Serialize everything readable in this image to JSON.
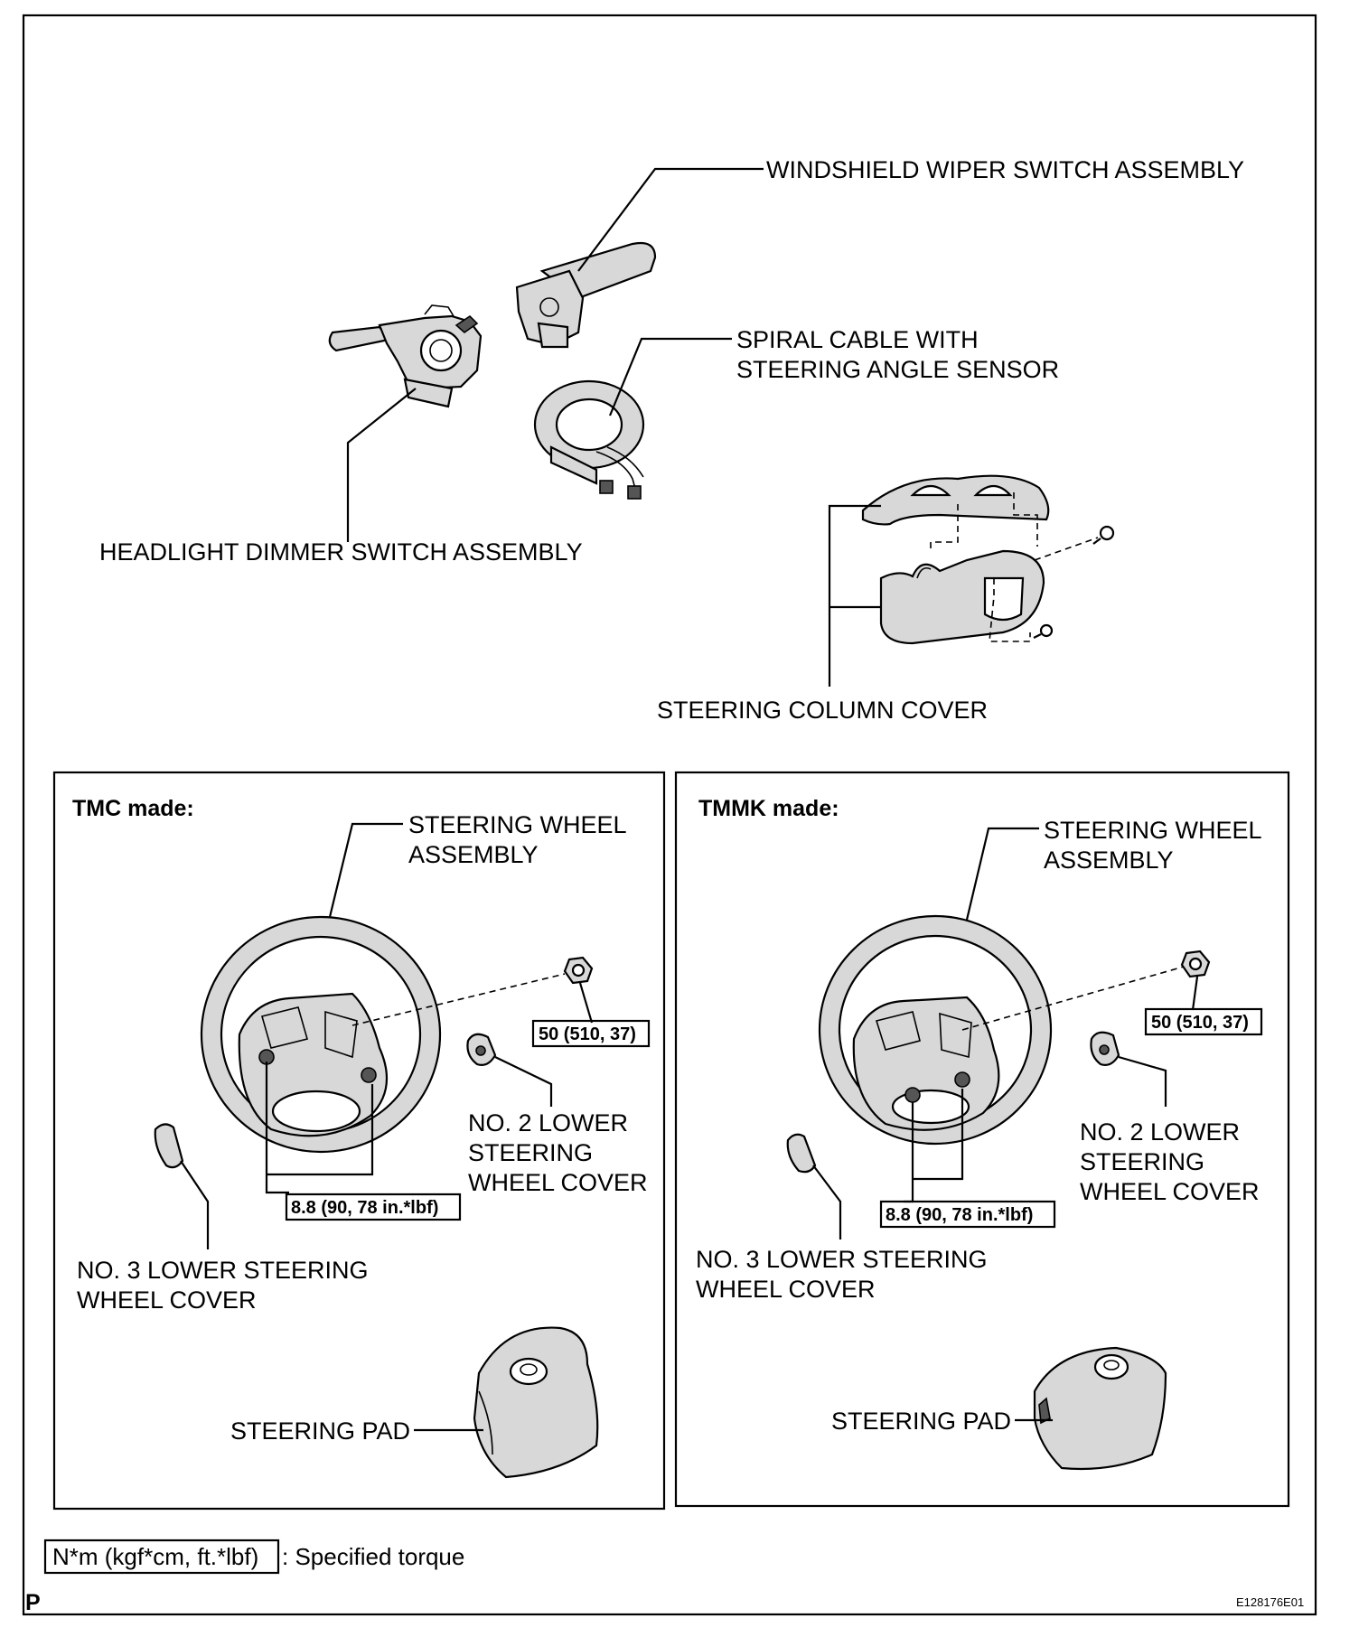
{
  "labels": {
    "windshield_wiper": "WINDSHIELD WIPER SWITCH ASSEMBLY",
    "spiral_cable_1": "SPIRAL CABLE WITH",
    "spiral_cable_2": "STEERING ANGLE SENSOR",
    "headlight_dimmer": "HEADLIGHT DIMMER SWITCH ASSEMBLY",
    "steering_column_cover": "STEERING COLUMN COVER"
  },
  "panels": [
    {
      "heading": "TMC made:",
      "wheel_1": "STEERING WHEEL",
      "wheel_2": "ASSEMBLY",
      "nut_torque": "50 (510, 37)",
      "bolt_torque": "8.8 (90, 78 in.*lbf)",
      "no2_1": "NO. 2 LOWER",
      "no2_2": "STEERING",
      "no2_3": "WHEEL COVER",
      "no3_1": "NO. 3 LOWER STEERING",
      "no3_2": "WHEEL COVER",
      "pad": "STEERING PAD"
    },
    {
      "heading": "TMMK made:",
      "wheel_1": "STEERING WHEEL",
      "wheel_2": "ASSEMBLY",
      "nut_torque": "50 (510, 37)",
      "bolt_torque": "8.8 (90, 78 in.*lbf)",
      "no2_1": "NO. 2 LOWER",
      "no2_2": "STEERING",
      "no2_3": "WHEEL COVER",
      "no3_1": "NO. 3 LOWER STEERING",
      "no3_2": "WHEEL COVER",
      "pad": "STEERING PAD"
    }
  ],
  "legend": {
    "box": "N*m (kgf*cm, ft.*lbf)",
    "text": ": Specified torque"
  },
  "footer": {
    "letter": "P",
    "code": "E128176E01"
  }
}
